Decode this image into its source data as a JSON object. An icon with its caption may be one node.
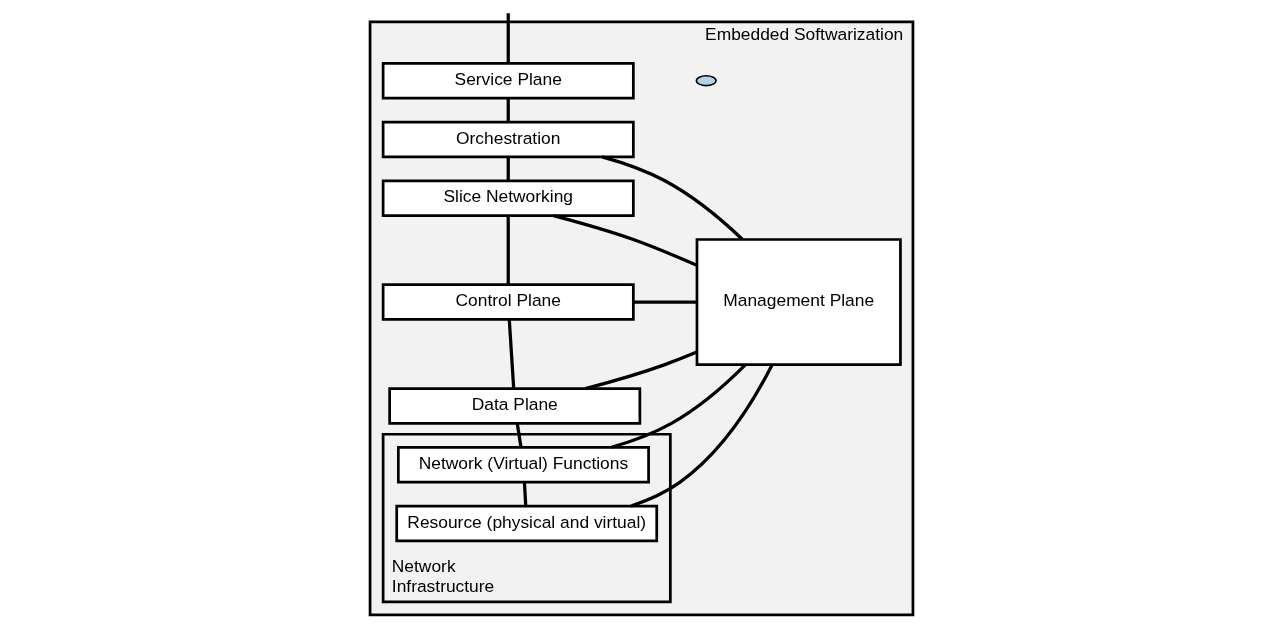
{
  "diagram": {
    "nodes": [
      {
        "text": [
          "Embedded Softwarization"
        ]
      },
      {
        "text": [
          "Service Plane"
        ],
        "in": 0
      },
      {
        "text": [
          "Orchestration"
        ],
        "in": 0
      },
      {
        "text": [
          "Slice Networking"
        ],
        "in": 0
      },
      {
        "text": [
          "Control Plane"
        ],
        "in": 0
      },
      {
        "text": [
          "Data Plane"
        ],
        "in": 0
      },
      {
        "text": [
          "Network Infrastructure"
        ],
        "in": 0
      },
      {
        "text": [
          "Network (Virtual) Functions"
        ],
        "in": 6
      },
      {
        "text": [
          "Resource (physical and virtual)"
        ],
        "in": 6
      },
      {
        "text": [
          "Management Plane"
        ],
        "in": 0
      },
      {
        "text": [],
        "shape": "ellipse",
        "in": 0
      }
    ],
    "edges": [
      {
        "from": 0,
        "to": 1,
        "arrow": "none"
      },
      {
        "from": 1,
        "to": 2,
        "arrow": "none"
      },
      {
        "from": 2,
        "to": 3,
        "arrow": "none"
      },
      {
        "from": 3,
        "to": 4,
        "arrow": "none"
      },
      {
        "from": 4,
        "to": 5,
        "arrow": "none"
      },
      {
        "from": 5,
        "to": 7,
        "arrow": "none"
      },
      {
        "from": 7,
        "to": 8,
        "arrow": "none"
      },
      {
        "from": 2,
        "to": 9,
        "arrow": "none"
      },
      {
        "from": 3,
        "to": 9,
        "arrow": "none"
      },
      {
        "from": 4,
        "to": 9,
        "arrow": "none"
      },
      {
        "from": 5,
        "to": 9,
        "arrow": "none"
      },
      {
        "from": 7,
        "to": 9,
        "arrow": "none"
      },
      {
        "from": 8,
        "to": 9,
        "arrow": "none"
      }
    ]
  }
}
